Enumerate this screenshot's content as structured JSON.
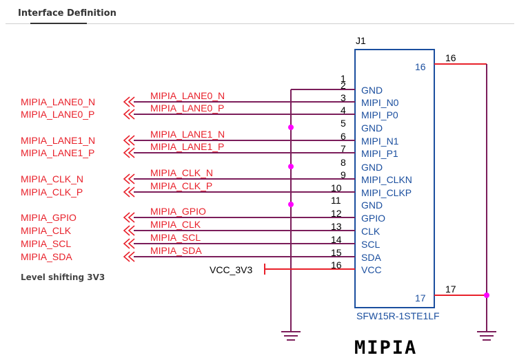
{
  "header": {
    "title": "Interface Definition"
  },
  "caption": "Level shifting 3V3",
  "connector": {
    "ref": "J1",
    "part": "SFW15R-1STE1LF",
    "pins": [
      {
        "num": "1",
        "name": ""
      },
      {
        "num": "2",
        "name": "GND"
      },
      {
        "num": "3",
        "name": "MIPI_N0"
      },
      {
        "num": "4",
        "name": "MIPI_P0"
      },
      {
        "num": "5",
        "name": "GND"
      },
      {
        "num": "6",
        "name": "MIPI_N1"
      },
      {
        "num": "7",
        "name": "MIPI_P1"
      },
      {
        "num": "8",
        "name": "GND"
      },
      {
        "num": "9",
        "name": "MIPI_CLKN"
      },
      {
        "num": "10",
        "name": "MIPI_CLKP"
      },
      {
        "num": "11",
        "name": "GND"
      },
      {
        "num": "12",
        "name": "GPIO"
      },
      {
        "num": "13",
        "name": "CLK"
      },
      {
        "num": "14",
        "name": "SCL"
      },
      {
        "num": "15",
        "name": "SDA"
      },
      {
        "num": "16",
        "name": "VCC"
      }
    ],
    "inner_pin_16": "16",
    "inner_pin_17": "17",
    "outer_pin_16": "16",
    "outer_pin_17": "17"
  },
  "ports": [
    "MIPIA_LANE0_N",
    "MIPIA_LANE0_P",
    "MIPIA_LANE1_N",
    "MIPIA_LANE1_P",
    "MIPIA_CLK_N",
    "MIPIA_CLK_P",
    "MIPIA_GPIO",
    "MIPIA_CLK",
    "MIPIA_SCL",
    "MIPIA_SDA"
  ],
  "net_labels": [
    "MIPIA_LANE0_N",
    "MIPIA_LANE0_P",
    "MIPIA_LANE1_N",
    "MIPIA_LANE1_P",
    "MIPIA_CLK_N",
    "MIPIA_CLK_P",
    "MIPIA_GPIO",
    "MIPIA_CLK",
    "MIPIA_SCL",
    "MIPIA_SDA"
  ],
  "power_label": "VCC_3V3",
  "block_title": "MIPIA",
  "colors": {
    "net": "#e8202a",
    "wire": "#7b1d5a",
    "pin_text": "#1a4e9e",
    "junction": "#ff00ff"
  }
}
